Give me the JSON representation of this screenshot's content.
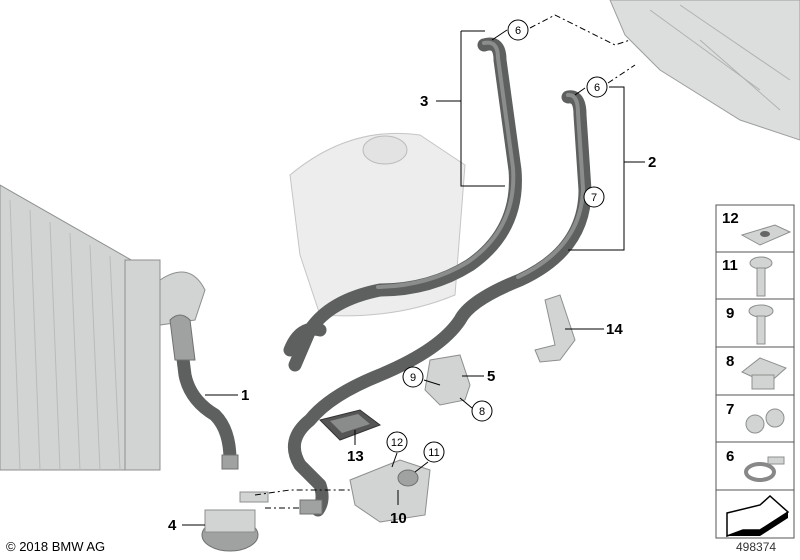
{
  "diagram": {
    "labels": {
      "p1": "1",
      "p2": "2",
      "p3": "3",
      "p4": "4",
      "p5": "5",
      "p10": "10",
      "p13": "13",
      "p14": "14"
    },
    "callouts": {
      "c6a": "6",
      "c6b": "6",
      "c7": "7",
      "c8": "8",
      "c9": "9",
      "c11": "11",
      "c12": "12"
    },
    "legend": [
      {
        "num": "12",
        "icon": "clip-nut-icon"
      },
      {
        "num": "11",
        "icon": "screw-icon"
      },
      {
        "num": "9",
        "icon": "screw-icon"
      },
      {
        "num": "8",
        "icon": "square-nut-icon"
      },
      {
        "num": "7",
        "icon": "hose-clip-icon"
      },
      {
        "num": "6",
        "icon": "hose-clamp-icon"
      }
    ],
    "copyright": "© 2018 BMW AG",
    "reference": "498374"
  }
}
